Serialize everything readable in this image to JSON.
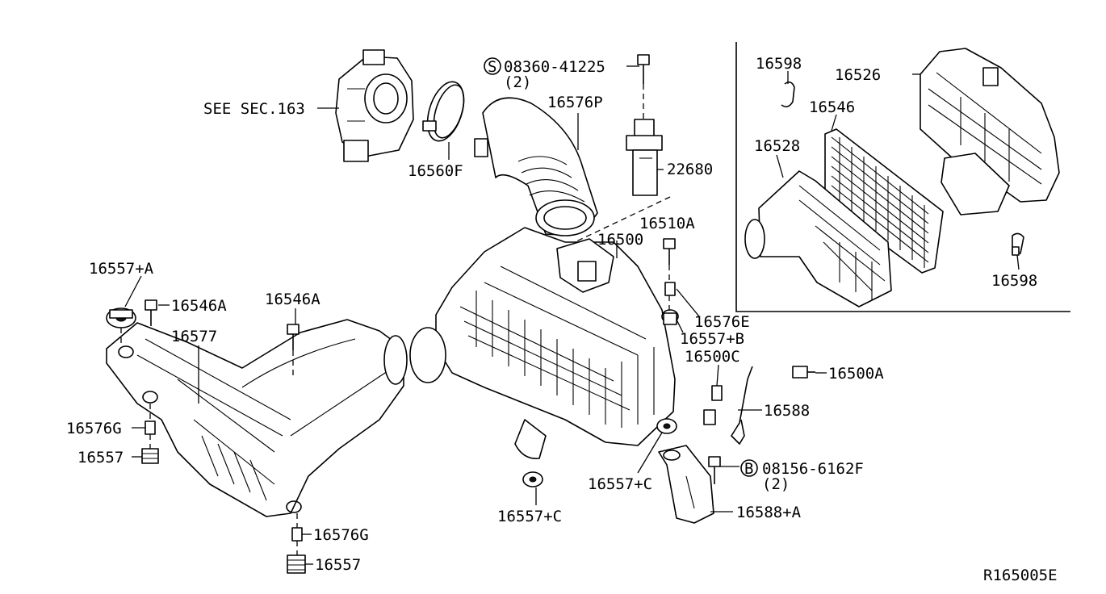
{
  "labels": {
    "see_sec": "SEE SEC.163",
    "bolt_spec_top": "08360-41225",
    "bolt_spec_top_qty": "(2)",
    "bolt_spec_top_symbol": "S",
    "p16576P": "16576P",
    "p16560F": "16560F",
    "p22680": "22680",
    "p16510A": "16510A",
    "p16500": "16500",
    "p16557A": "16557+A",
    "p16546A_left": "16546A",
    "p16546A_mid": "16546A",
    "p16577": "16577",
    "p16576G_left": "16576G",
    "p16557_left": "16557",
    "p16576G_bottom": "16576G",
    "p16557_bottom": "16557",
    "p16576E": "16576E",
    "p16557B": "16557+B",
    "p16500C": "16500C",
    "p16500A": "16500A",
    "p16588": "16588",
    "p16557C_right": "16557+C",
    "p16557C_bottom": "16557+C",
    "bolt_spec_bottom": "08156-6162F",
    "bolt_spec_bottom_qty": "(2)",
    "bolt_spec_bottom_symbol": "B",
    "p16588A": "16588+A",
    "inset_16598_top": "16598",
    "inset_16526": "16526",
    "inset_16546": "16546",
    "inset_16528": "16528",
    "inset_16598_bottom": "16598",
    "diagram_ref": "R165005E"
  }
}
